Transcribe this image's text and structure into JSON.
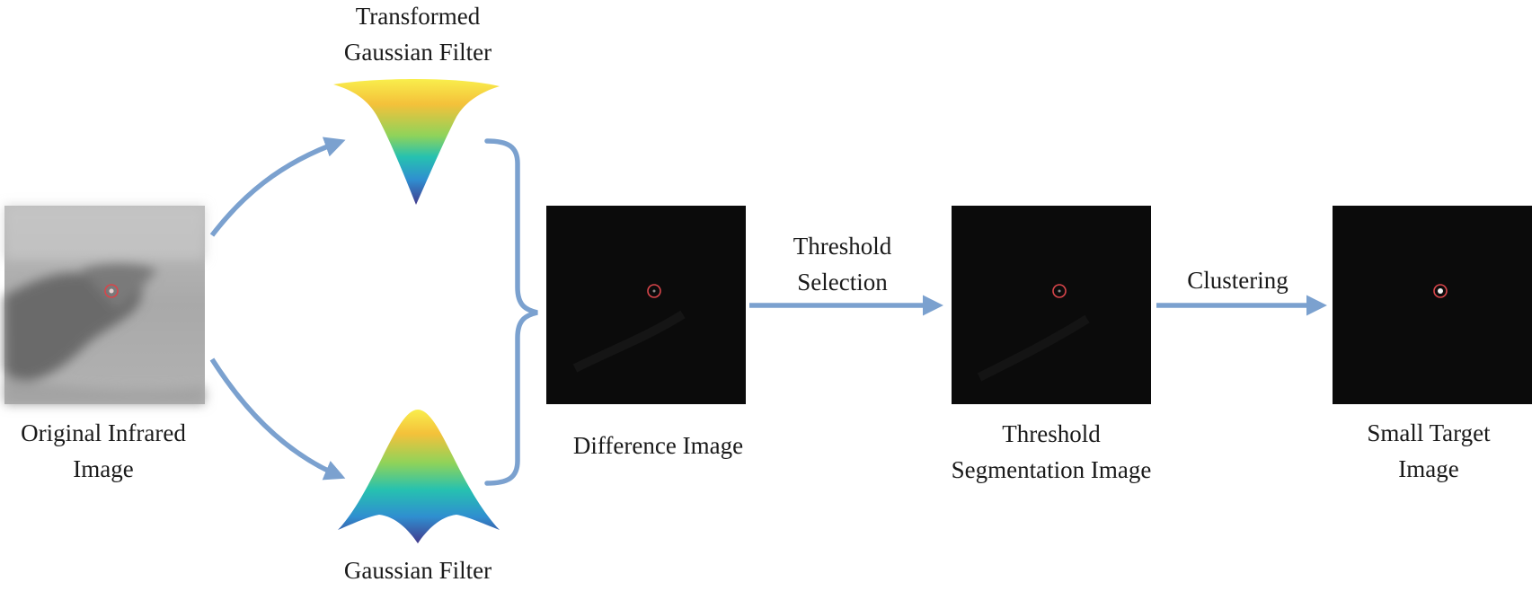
{
  "nodes": {
    "original": {
      "line1": "Original Infrared",
      "line2": "Image"
    },
    "transformed_filter": {
      "line1": "Transformed",
      "line2": "Gaussian Filter"
    },
    "gaussian_filter": {
      "line1": "Gaussian Filter"
    },
    "difference": {
      "line1": "Difference Image"
    },
    "threshold_seg": {
      "line1": "Threshold",
      "line2": "Segmentation Image"
    },
    "small_target": {
      "line1": "Small Target",
      "line2": "Image"
    }
  },
  "edges": {
    "threshold_selection": {
      "line1": "Threshold",
      "line2": "Selection"
    },
    "clustering": {
      "line1": "Clustering"
    }
  },
  "colors": {
    "arrow": "#7ba1cf",
    "marker": "#d8454a",
    "dark_image": "#0b0b0b",
    "filter_top": "#f7e94a",
    "filter_mid": "#3fc49a",
    "filter_bottom": "#453a8f"
  }
}
